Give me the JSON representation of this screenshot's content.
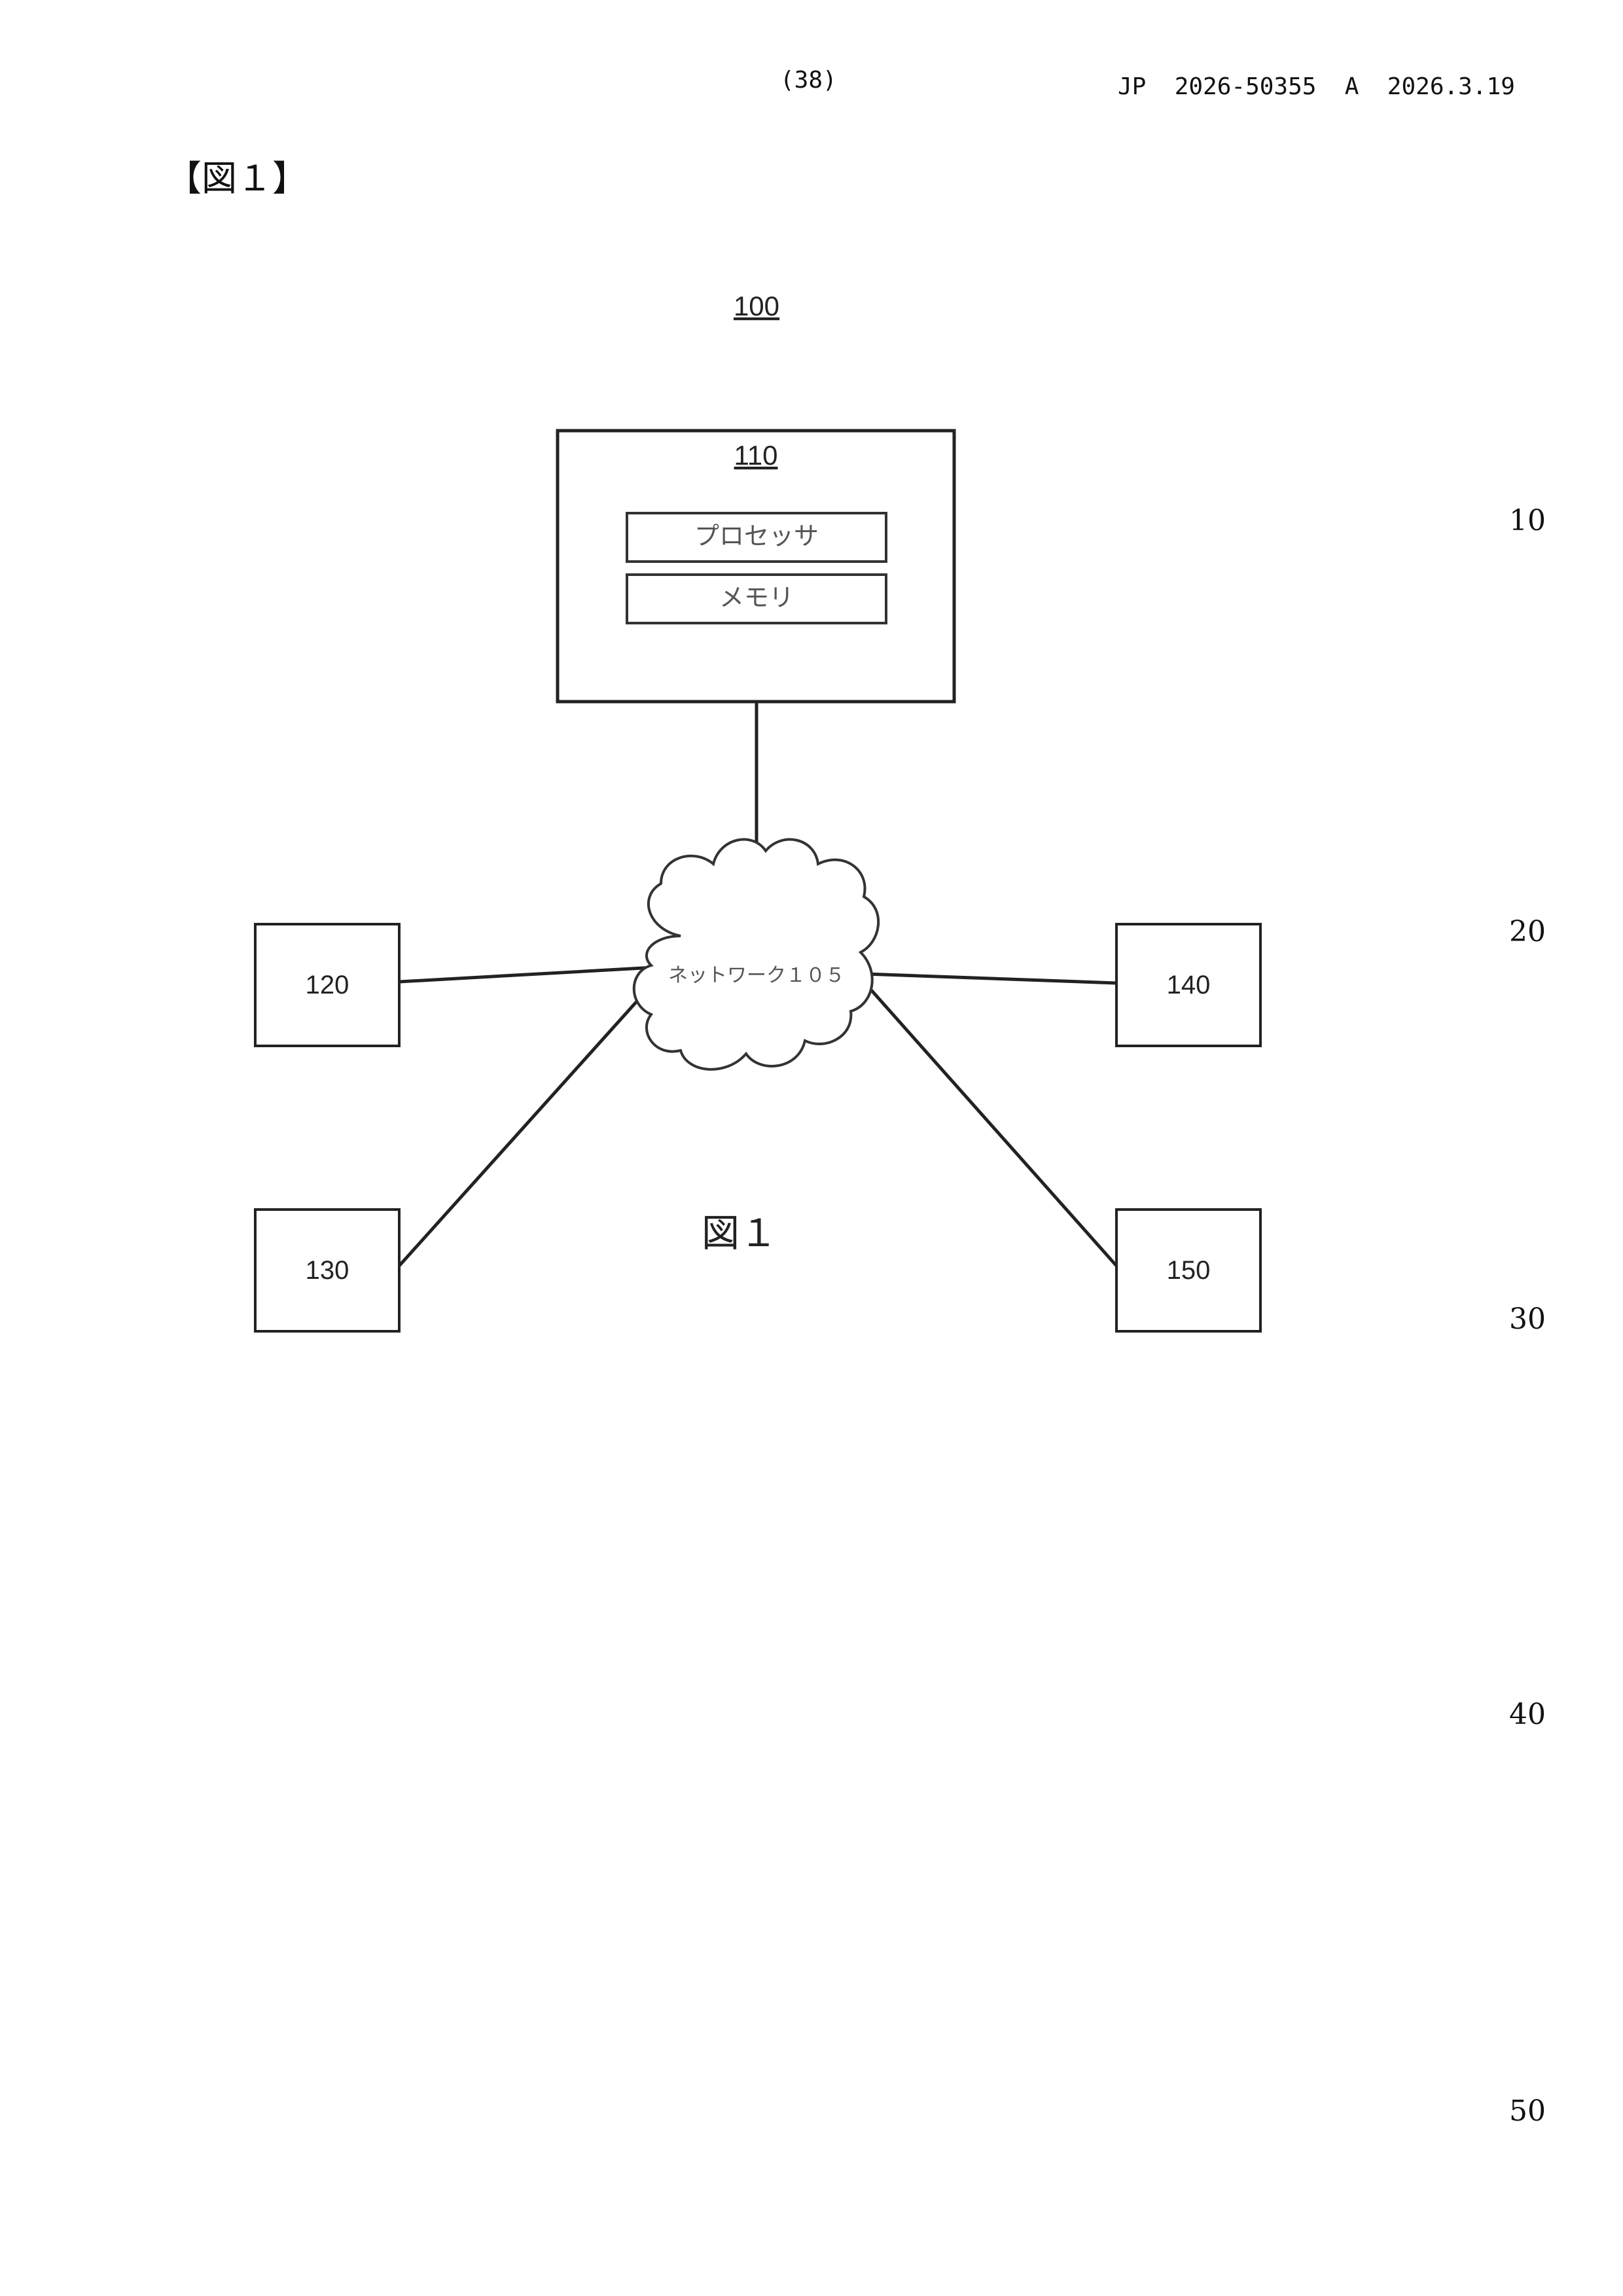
{
  "header": {
    "page_number": "(38)",
    "publication": "JP  2026-50355  A  2026.3.19"
  },
  "figure_label": "【図１】",
  "diagram": {
    "system_ref": "100",
    "server": {
      "ref": "110",
      "components": [
        "プロセッサ",
        "メモリ"
      ]
    },
    "network_label": "ネットワーク１０５",
    "devices": [
      "120",
      "130",
      "140",
      "150"
    ],
    "caption": "図１"
  },
  "line_numbers": [
    "10",
    "20",
    "30",
    "40",
    "50"
  ]
}
